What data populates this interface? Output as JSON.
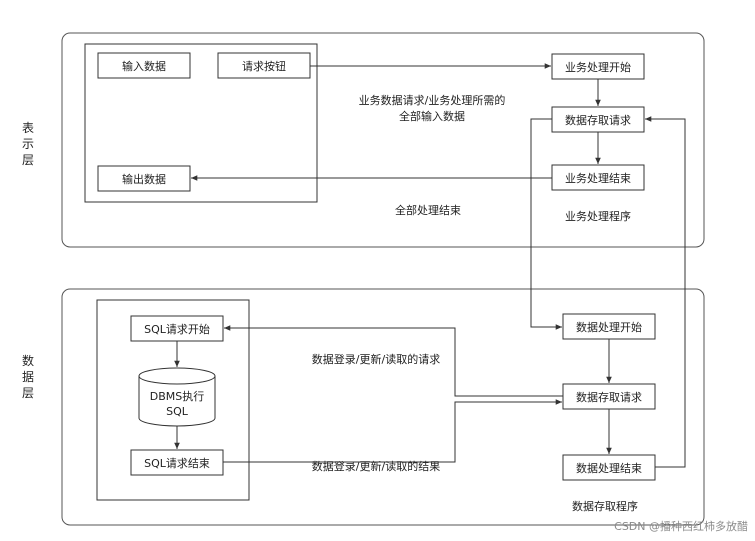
{
  "layers": {
    "presentation": [
      "表",
      "示",
      "层"
    ],
    "data": [
      "数",
      "据",
      "层"
    ]
  },
  "presentation": {
    "input_data": "输入数据",
    "request_button": "请求按钮",
    "output_data": "输出数据",
    "biz_start": "业务处理开始",
    "data_access_request": "数据存取请求",
    "biz_end": "业务处理结束",
    "request_note_line1": "业务数据请求/业务处理所需的",
    "request_note_line2": "全部输入数据",
    "all_done": "全部处理结束",
    "program_label": "业务处理程序"
  },
  "data_layer": {
    "sql_start": "SQL请求开始",
    "dbms_line1": "DBMS执行",
    "dbms_line2": "SQL",
    "sql_end": "SQL请求结束",
    "data_start": "数据处理开始",
    "data_access_request": "数据存取请求",
    "data_end": "数据处理结束",
    "request_note": "数据登录/更新/读取的请求",
    "result_note": "数据登录/更新/读取的结果",
    "program_label": "数据存取程序"
  },
  "watermark": "CSDN @播种西红柿多放醋"
}
